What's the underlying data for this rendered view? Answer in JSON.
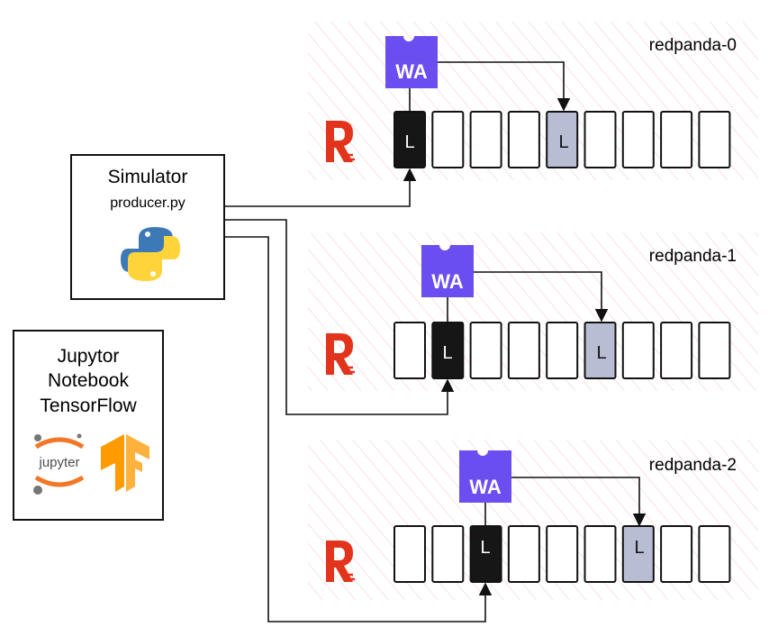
{
  "simulator": {
    "title": "Simulator",
    "subtitle": "producer.py",
    "icon": "python-logo-icon"
  },
  "notebook": {
    "lines": [
      "Jupytor",
      "Notebook",
      "TensorFlow"
    ],
    "logo_text": "jupyter",
    "icons": [
      "jupyter-logo-icon",
      "tensorflow-logo-icon"
    ]
  },
  "nodes": [
    {
      "name": "redpanda-0",
      "wa_label": "WA",
      "leader_label": "L",
      "follower_label": "L",
      "slots": 9,
      "leader_slot": 0,
      "follower_slot": 4
    },
    {
      "name": "redpanda-1",
      "wa_label": "WA",
      "leader_label": "L",
      "follower_label": "L",
      "slots": 9,
      "leader_slot": 1,
      "follower_slot": 5
    },
    {
      "name": "redpanda-2",
      "wa_label": "WA",
      "leader_label": "L",
      "follower_label": "L",
      "slots": 9,
      "leader_slot": 2,
      "follower_slot": 6
    }
  ],
  "colors": {
    "wa": "#6b4ef0",
    "leader": "#161616",
    "follower": "#b8bdd4",
    "redpanda_logo": "#e2341d",
    "hatch": "#f7d8d8",
    "python_blue": "#3d7ab5",
    "python_yellow": "#ffd43b",
    "jupyter_orange": "#f37726",
    "tensorflow_orange": "#ff9a00"
  }
}
